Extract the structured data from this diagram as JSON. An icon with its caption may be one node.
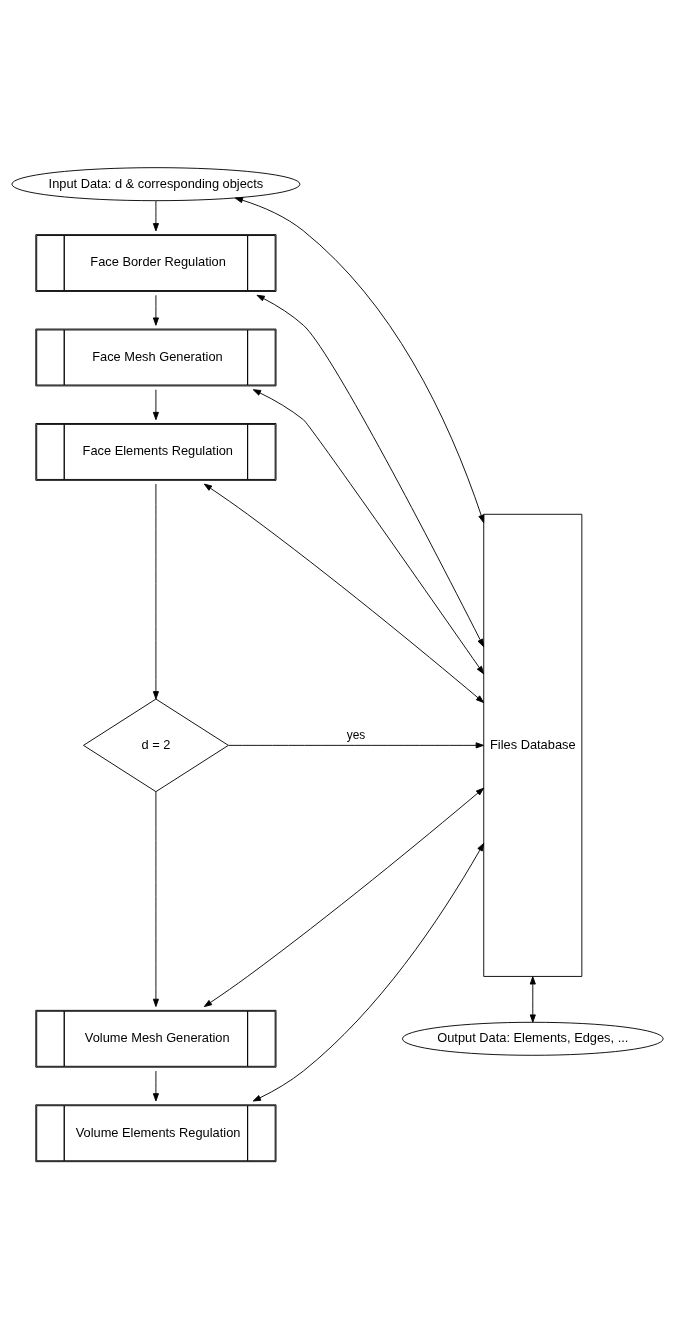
{
  "diagram": {
    "nodes": [
      {
        "text": [
          "Input Data: d & corresponding objects"
        ]
      },
      {
        "text": [
          "Face Border Regulation"
        ]
      },
      {
        "text": [
          "Face Mesh Generation"
        ]
      },
      {
        "text": [
          "Face Elements Regulation"
        ]
      },
      {
        "text": [
          "d = 2"
        ]
      },
      {
        "text": [
          "Volume Mesh Generation"
        ]
      },
      {
        "text": [
          "Volume Elements Regulation"
        ]
      },
      {
        "text": [
          "Files Database"
        ]
      },
      {
        "text": [
          "Output Data: Elements, Edges, ..."
        ]
      }
    ],
    "edges": [
      {
        "from": 0,
        "to": 1,
        "arrow": "to"
      },
      {
        "from": 1,
        "to": 2,
        "arrow": "to"
      },
      {
        "from": 2,
        "to": 3,
        "arrow": "to"
      },
      {
        "from": 3,
        "to": 4,
        "arrow": "to"
      },
      {
        "from": 4,
        "to": 5,
        "arrow": "to"
      },
      {
        "from": 5,
        "to": 6,
        "arrow": "to"
      },
      {
        "from": 0,
        "to": 7,
        "arrow": "both"
      },
      {
        "from": 1,
        "to": 7,
        "arrow": "both"
      },
      {
        "from": 2,
        "to": 7,
        "arrow": "both"
      },
      {
        "from": 3,
        "to": 7,
        "arrow": "both"
      },
      {
        "from": 4,
        "to": 7,
        "arrow": "to",
        "label": "yes"
      },
      {
        "from": 5,
        "to": 7,
        "arrow": "both"
      },
      {
        "from": 6,
        "to": 7,
        "arrow": "both"
      },
      {
        "from": 7,
        "to": 8,
        "arrow": "both"
      }
    ]
  }
}
